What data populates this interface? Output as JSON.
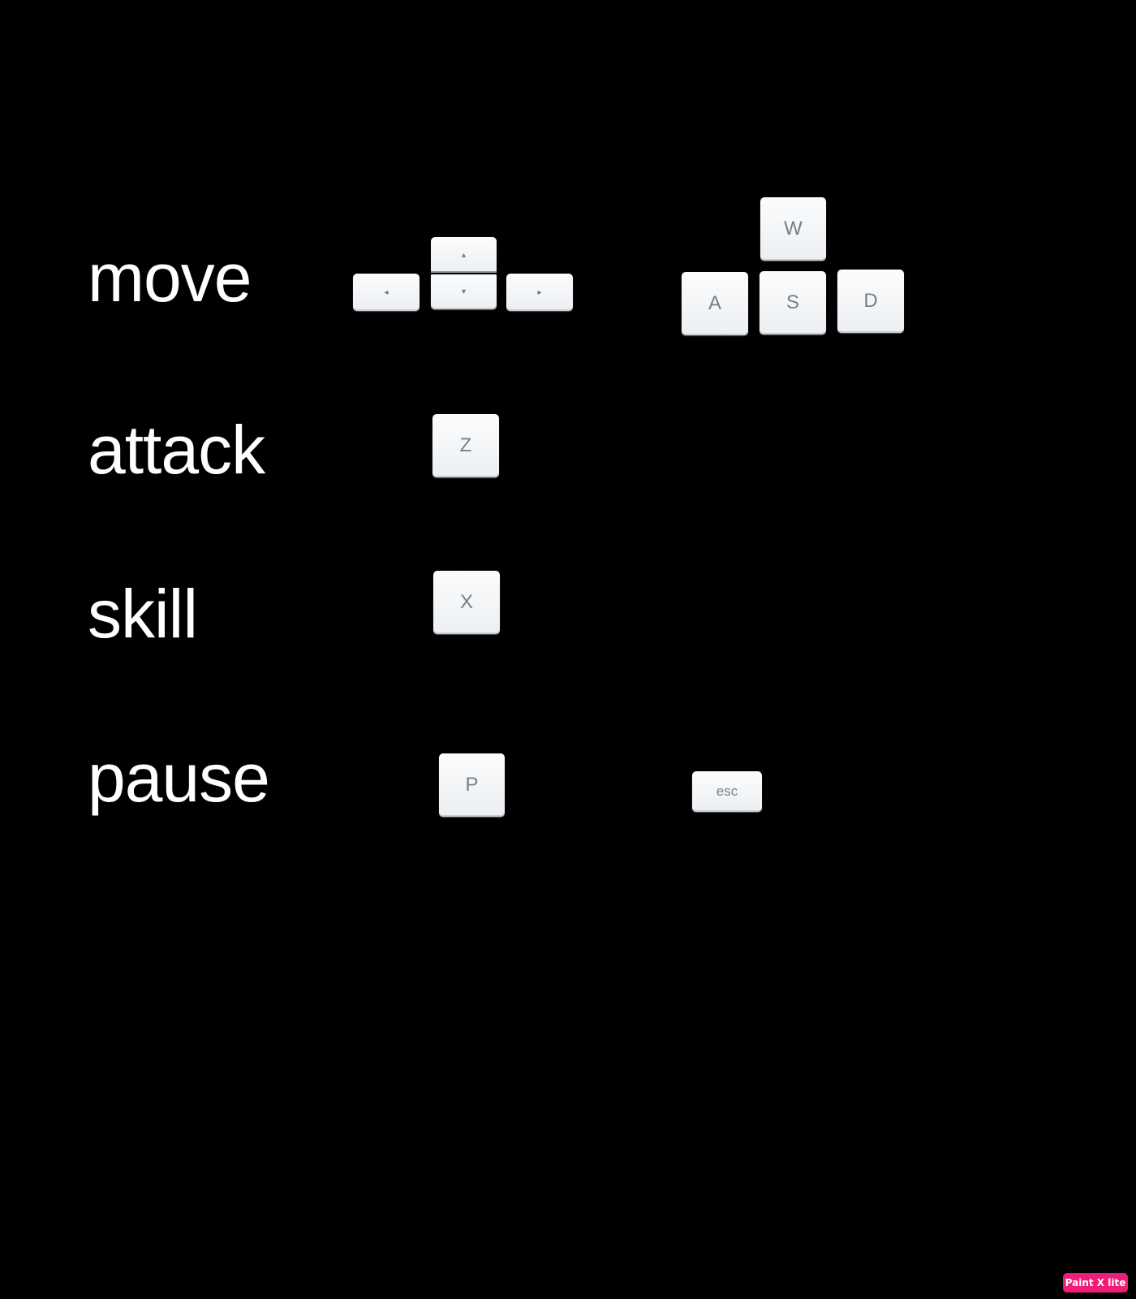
{
  "actions": {
    "move": "move",
    "attack": "attack",
    "skill": "skill",
    "pause": "pause"
  },
  "keys": {
    "arrow_left": "◂",
    "arrow_up": "▴",
    "arrow_down": "▾",
    "arrow_right": "▸",
    "w": "W",
    "a": "A",
    "s": "S",
    "d": "D",
    "z": "Z",
    "x": "X",
    "p": "P",
    "esc": "esc"
  },
  "watermark": "Paint X lite",
  "colors": {
    "background": "#000000",
    "label": "#ffffff",
    "key_face": "#f4f6f8",
    "key_text": "#76808a",
    "watermark": "#ee1e78"
  }
}
